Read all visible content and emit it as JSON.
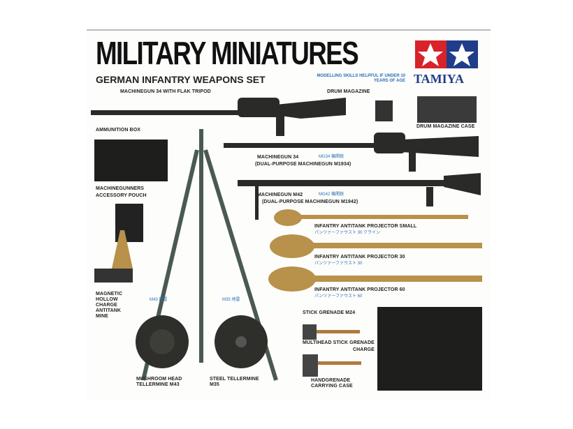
{
  "header": {
    "title": "MILITARY MINIATURES",
    "subtitle": "GERMAN INFANTRY WEAPONS SET",
    "skills_note": "MODELLING SKILLS HELPFUL IF UNDER 10 YEARS OF AGE",
    "brand": "TAMIYA"
  },
  "colors": {
    "logo_red": "#d8232a",
    "logo_blue": "#1f3d8a",
    "weapon_dark": "#2a2a28",
    "panzerfaust": "#b8914a",
    "tripod": "#4a5a52"
  },
  "labels": {
    "mg34_tripod": "MACHINEGUN 34 WITH FLAK TRIPOD",
    "drum_magazine": "DRUM MAGAZINE",
    "drum_magazine_case": "DRUM MAGAZINE CASE",
    "ammo_box": "AMMUNITION BOX",
    "pouch1": "MACHINEGUNNERS",
    "pouch2": "ACCESSORY POUCH",
    "mg34_1": "MACHINEGUN 34",
    "mg34_2": "(DUAL-PURPOSE MACHINEGUN M1934)",
    "mg34_jp": "MG34 機関銃",
    "mg42_1": "MACHINEGUN M42",
    "mg42_2": "(DUAL-PURPOSE MACHINEGUN M1942)",
    "mg42_jp": "MG42 機関銃",
    "pf_small": "INFANTRY ANTITANK PROJECTOR SMALL",
    "pf_small_jp": "パンツァーファウスト 30 クライン",
    "pf30": "INFANTRY ANTITANK PROJECTOR 30",
    "pf30_jp": "パンツァーファウスト 30",
    "pf60": "INFANTRY ANTITANK PROJECTOR 60",
    "pf60_jp": "パンツァーファウスト 60",
    "mine_magnetic": "MAGNETIC HOLLOW CHARGE ANTITANK MINE",
    "m43_jp": "M43 地雷",
    "m35_jp": "M35 地雷",
    "m43": "MUSHROOM HEAD TELLERMINE M43",
    "m35": "STEEL TELLERMINE M35",
    "stick_grenade": "STICK GRENADE M24",
    "multihead1": "MULTIHEAD STICK GRENADE",
    "multihead2": "CHARGE",
    "case": "HANDGRENADE CARRYING CASE"
  }
}
